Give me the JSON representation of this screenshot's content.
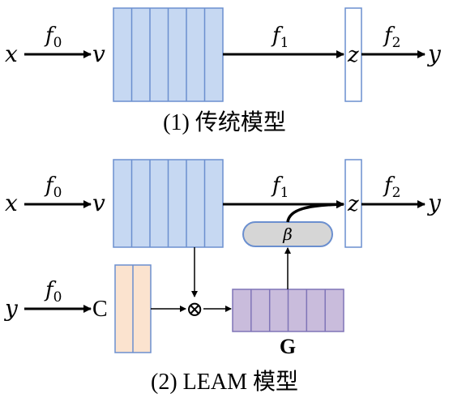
{
  "colors": {
    "blue_fill": "#c6d8f2",
    "blue_stroke": "#6b8fcf",
    "orange_fill": "#fbe3cf",
    "purple_fill": "#c9bcdc",
    "purple_stroke": "#7f74b7",
    "gray_fill": "#d6d6d6"
  },
  "panel1": {
    "x_label": "x",
    "f0_label": "f",
    "f0_sub": "0",
    "v_label": "v",
    "f1_label": "f",
    "f1_sub": "1",
    "z_label": "z",
    "f2_label": "f",
    "f2_sub": "2",
    "y_label": "y",
    "caption": "(1)  传统模型"
  },
  "panel2": {
    "x_label": "x",
    "f0_label": "f",
    "f0_sub": "0",
    "v_label": "v",
    "f1_label": "f",
    "f1_sub": "1",
    "z_label": "z",
    "f2_label": "f",
    "f2_sub": "2",
    "y_out_label": "y",
    "beta_label": "β",
    "y_in_label": "y",
    "f0b_label": "f",
    "f0b_sub": "0",
    "c_label": "C",
    "otimes_label": "⊗",
    "g_label": "G",
    "caption": "(2) LEAM  模型"
  }
}
